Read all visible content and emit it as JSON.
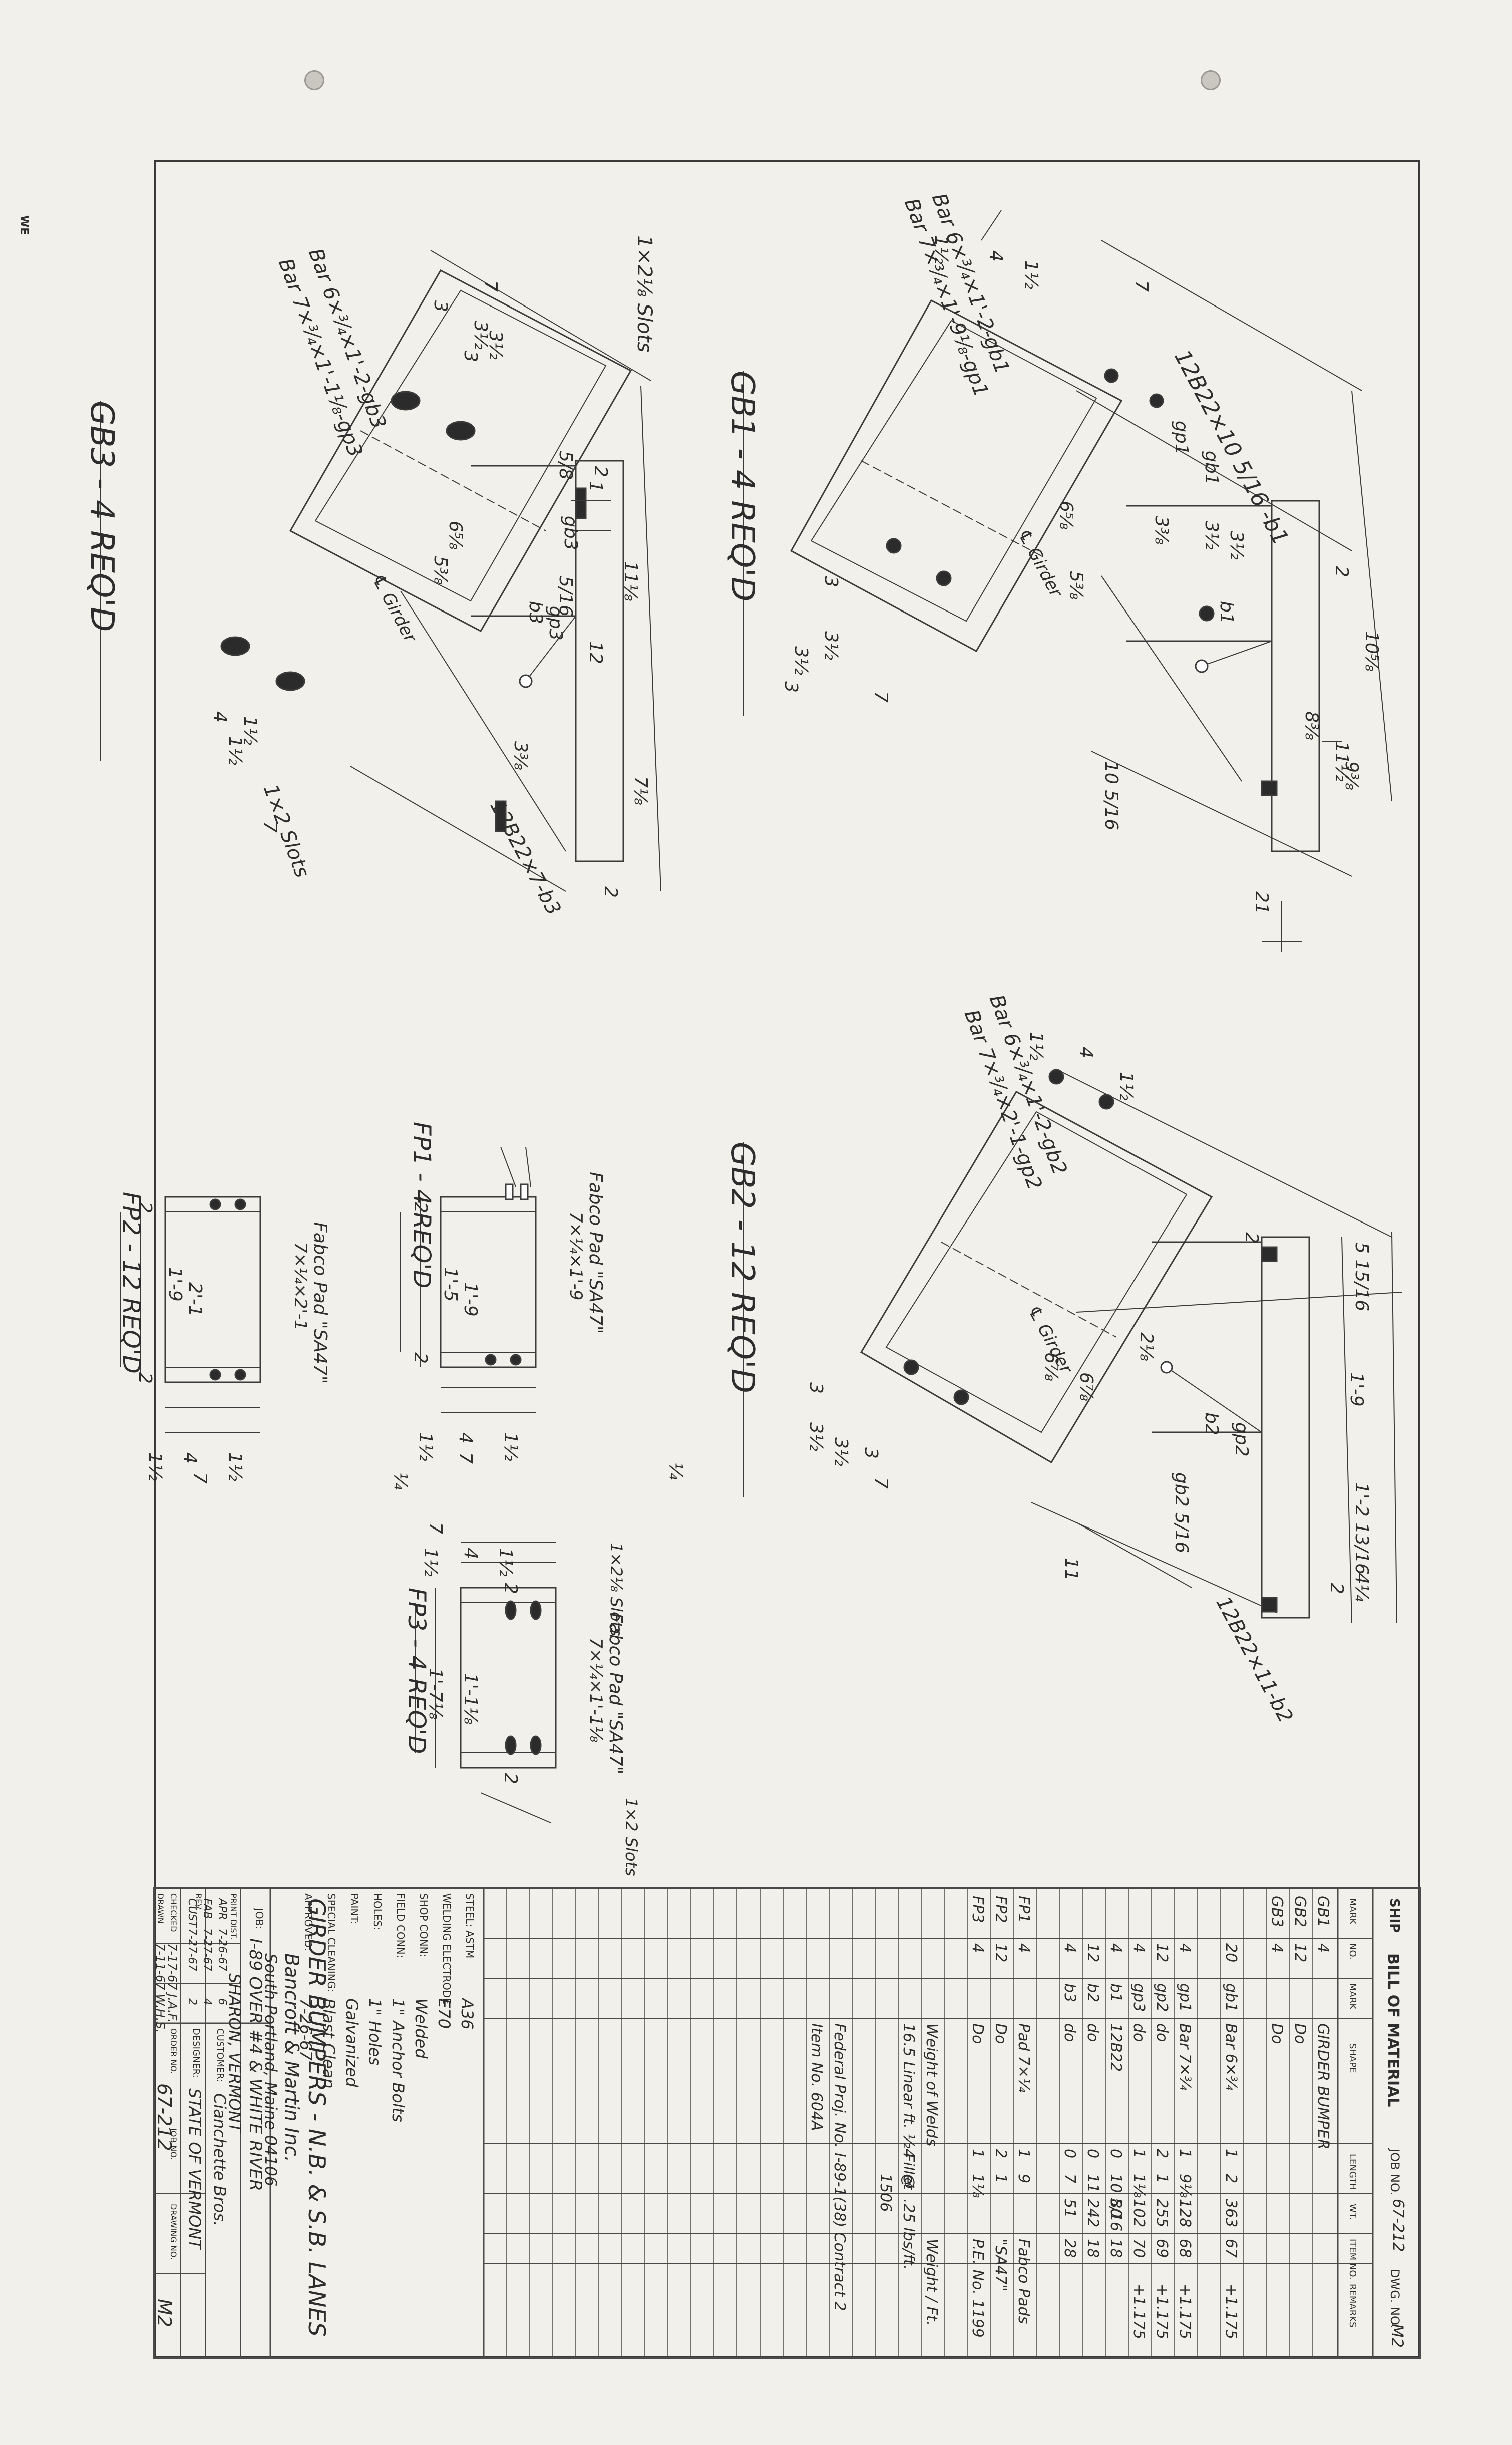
{
  "vendor_stamp": "WE",
  "colors": {
    "paper": "#f1f0ea",
    "ink": "#2d2d2d",
    "line": "#3a3a3a"
  },
  "details": {
    "gb1": {
      "title": "GB1 - 4 REQ'D",
      "bar_a": "Bar 6×¾×1'-2-gb1",
      "bar_b": "Bar 7×¾×1'-9⅛-gp1",
      "beam": "12B22×10 5/16 -b1",
      "girder": "℄ Girder",
      "dims": [
        "1½",
        "4",
        "1½",
        "7",
        "3",
        "3½",
        "3½",
        "3",
        "7",
        "2",
        "10⅝",
        "8⅜",
        "11½",
        "9⅜",
        "10 5/16",
        "21",
        "6⅝",
        "5⅜",
        "3⅜",
        "3½",
        "3½",
        "b1",
        "gp1",
        "gb1"
      ]
    },
    "gb2": {
      "title": "GB2 - 12 REQ'D",
      "bar_a": "Bar 6×¾×1'-2-gb2",
      "bar_b": "Bar 7×¾×2'-1-gp2",
      "beam": "12B22×11-b2",
      "girder": "℄ Girder",
      "dims": [
        "1½",
        "4",
        "1½",
        "5 15/16",
        "1'-9",
        "1'-2 13/16",
        "4¼",
        "2",
        "11",
        "2⅛",
        "3",
        "3½",
        "3½",
        "3",
        "7",
        "6⅞",
        "6⅞",
        "b2",
        "gp2",
        "gb2",
        "5/16",
        "2"
      ]
    },
    "gb3": {
      "title": "GB3 - 4 REQ'D",
      "bar_a": "Bar 6×¾×1'-2-gb3",
      "bar_b": "Bar 7×¾×1'-1⅛-gp3",
      "beam": "12B22×7-b3",
      "girder": "℄ Girder",
      "slots_a": "1×2⅛ Slots",
      "slots_b": "1×2 Slots",
      "dims": [
        "7",
        "3½",
        "3½",
        "3",
        "3",
        "4",
        "1½",
        "1½",
        "7",
        "2",
        "7⅛",
        "11⅛",
        "12",
        "5⅜",
        "6⅝",
        "3⅜",
        "1",
        "2",
        "5/16",
        "b3",
        "gp3",
        "gb3",
        "5/8"
      ]
    },
    "fp1": {
      "title": "FP1 - 4 REQ'D",
      "pad": "Fabco Pad \"SA47\"",
      "pad_size": "7×¼×1'-9",
      "dims": [
        "1'-5",
        "1'-9",
        "2",
        "2",
        "1½",
        "4",
        "1½",
        "7",
        "¼"
      ]
    },
    "fp2": {
      "title": "FP2 - 12 REQ'D",
      "pad": "Fabco Pad \"SA47\"",
      "pad_size": "7×¼×2'-1",
      "dims": [
        "1'-9",
        "2'-1",
        "2",
        "2",
        "1½",
        "4",
        "1½",
        "7",
        "¼"
      ]
    },
    "fp3": {
      "title": "FP3 - 4 REQ'D",
      "pad": "Fabco Pad \"SA47\"",
      "pad_size": "7×¼×1'-1⅛",
      "slots_a": "1×2⅛ Slots",
      "slots_b": "1×2 Slots",
      "dims": [
        "7",
        "1½",
        "4",
        "1½",
        "1'-7⅛",
        "1'-1⅛",
        "2",
        "2"
      ]
    }
  },
  "bom": {
    "header": {
      "ship": "SHIP",
      "title": "BILL OF MATERIAL",
      "job_no_label": "JOB NO.",
      "job_no": "67-212",
      "dwg_no_label": "DWG. NO.",
      "dwg_no": "M2"
    },
    "columns": [
      "MARK",
      "NO.",
      "MARK",
      "SHAPE",
      "LENGTH",
      "WT.",
      "ITEM NO.",
      "REMARKS"
    ],
    "rows": [
      [
        "GB1",
        "4",
        "",
        "GIRDER BUMPER",
        "",
        "",
        "",
        ""
      ],
      [
        "GB2",
        "12",
        "",
        "Do",
        "",
        "",
        "",
        ""
      ],
      [
        "GB3",
        "4",
        "",
        "Do",
        "",
        "",
        "",
        ""
      ],
      [
        "",
        "",
        "",
        "",
        "",
        "",
        "",
        ""
      ],
      [
        "",
        "20",
        "gb1",
        "Bar 6×¾",
        "1",
        "2",
        "363",
        "67",
        "+1.175"
      ],
      [
        "",
        "",
        "",
        "",
        "",
        "",
        "",
        ""
      ],
      [
        "",
        "4",
        "gp1",
        "Bar 7×¾",
        "1",
        "9⅛",
        "128",
        "68",
        "+1.175"
      ],
      [
        "",
        "12",
        "gp2",
        "do",
        "2",
        "1",
        "255",
        "69",
        "+1.175"
      ],
      [
        "",
        "4",
        "gp3",
        "do",
        "1",
        "1⅛",
        "102",
        "70",
        "+1.175"
      ],
      [
        "",
        "4",
        "b1",
        "12B22",
        "0",
        "10 5/16",
        "80",
        "18",
        ""
      ],
      [
        "",
        "12",
        "b2",
        "do",
        "0",
        "11",
        "242",
        "18",
        ""
      ],
      [
        "",
        "4",
        "b3",
        "do",
        "0",
        "7",
        "51",
        "28",
        ""
      ],
      [
        "",
        "",
        "",
        "",
        "",
        "",
        "",
        ""
      ],
      [
        "FP1",
        "4",
        "",
        "Pad 7×¼",
        "1",
        "9",
        "",
        "Fabco Pads"
      ],
      [
        "FP2",
        "12",
        "",
        "Do",
        "2",
        "1",
        "",
        "\"SA47\""
      ],
      [
        "FP3",
        "4",
        "",
        "Do",
        "1",
        "1⅛",
        "",
        "P.E. No. 1199"
      ],
      [
        "",
        "",
        "",
        "",
        "",
        "",
        "",
        ""
      ],
      [
        "",
        "",
        "",
        "Weight of Welds",
        "",
        "",
        "",
        "Weight / Ft."
      ],
      [
        "",
        "",
        "",
        "16.5 Linear ft. ½ Fillet",
        "4",
        "@",
        ".25 lbs/ft.",
        ""
      ],
      [
        "",
        "",
        "",
        "",
        "",
        "1506",
        "",
        ""
      ],
      [
        "",
        "",
        "",
        "",
        "",
        "",
        "",
        ""
      ],
      [
        "",
        "",
        "",
        "Federal Proj. No. I-89-1(38) Contract 2",
        "",
        "",
        "",
        ""
      ],
      [
        "",
        "",
        "",
        "Item No. 604A",
        "",
        "",
        "",
        ""
      ]
    ],
    "notes": {
      "steel_astm_label": "STEEL: ASTM",
      "steel_astm": "A36",
      "welding_label": "WELDING ELECTRODE",
      "welding": "E70",
      "shop_conn_label": "SHOP CONN:",
      "shop_conn": "Welded",
      "field_conn_label": "FIELD CONN:",
      "field_conn": "1\" Anchor Bolts",
      "holes_label": "HOLES:",
      "holes": "1\" Holes",
      "paint_label": "PAINT:",
      "paint": "Galvanized",
      "special_cleaning_label": "SPECIAL CLEANING:",
      "special_cleaning": "Blast Clean",
      "approved_label": "APPROVED:",
      "approved": "7-26-67"
    },
    "title_block": {
      "title": "GIRDER BUMPERS - N.B. & S.B. LANES",
      "company": "Bancroft & Martin Inc.",
      "address": "South Portland, Maine 04106",
      "job_label": "JOB:",
      "job": "I-89 OVER #4 & WHITE RIVER",
      "location": "SHARON, VERMONT",
      "customer_label": "CUSTOMER:",
      "customer": "Cianchette Bros.",
      "designer_label": "DESIGNER:",
      "designer": "STATE OF VERMONT",
      "order_no_label": "ORDER NO.",
      "job_no_label": "JOB NO.",
      "drawing_no_label": "DRAWING NO.",
      "job_no": "67-212",
      "drawing_no": "M2",
      "print_dist_label": "PRINT DIST.",
      "print_dist": [
        [
          "APR",
          "7-26-67",
          "6"
        ],
        [
          "FAB",
          "7-27-67",
          "4"
        ],
        [
          "CUST",
          "7-27-67",
          "2"
        ]
      ],
      "rev_label": "REV.",
      "checked_label": "CHECKED",
      "checked": "7-17-67 J.A.F.",
      "drawn_label": "DRAWN",
      "drawn": "7-11-67 W.H.S."
    }
  }
}
